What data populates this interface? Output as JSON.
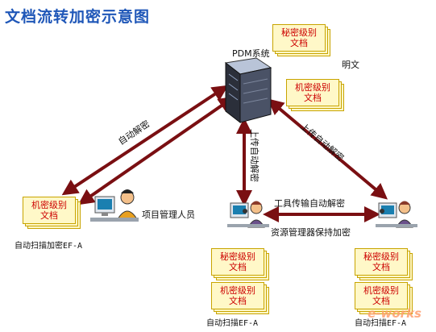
{
  "title": "文档流转加密示意图",
  "server": {
    "label": "PDM系统"
  },
  "docs": {
    "secret": [
      "秘密级别",
      "文档"
    ],
    "confidential": [
      "机密级别",
      "文档"
    ]
  },
  "labels": {
    "plaintext": "明文",
    "pm": "项目管理人员",
    "auto_scan_left": "自动扫描加密EF-A",
    "auto_scan_mid": "自动扫描EF-A",
    "auto_scan_right": "自动扫描EF-A",
    "tool_decrypt": "工具传输自动解密",
    "explorer_keep": "资源管理器保持加密"
  },
  "arrow_labels": {
    "left": "自动解密",
    "center": "上传自动解密",
    "right": "上传自动解密"
  },
  "watermark": "e-works",
  "colors": {
    "arrow": "#7a0f12",
    "doc_text": "#cc0000",
    "title": "#1f57b8"
  }
}
